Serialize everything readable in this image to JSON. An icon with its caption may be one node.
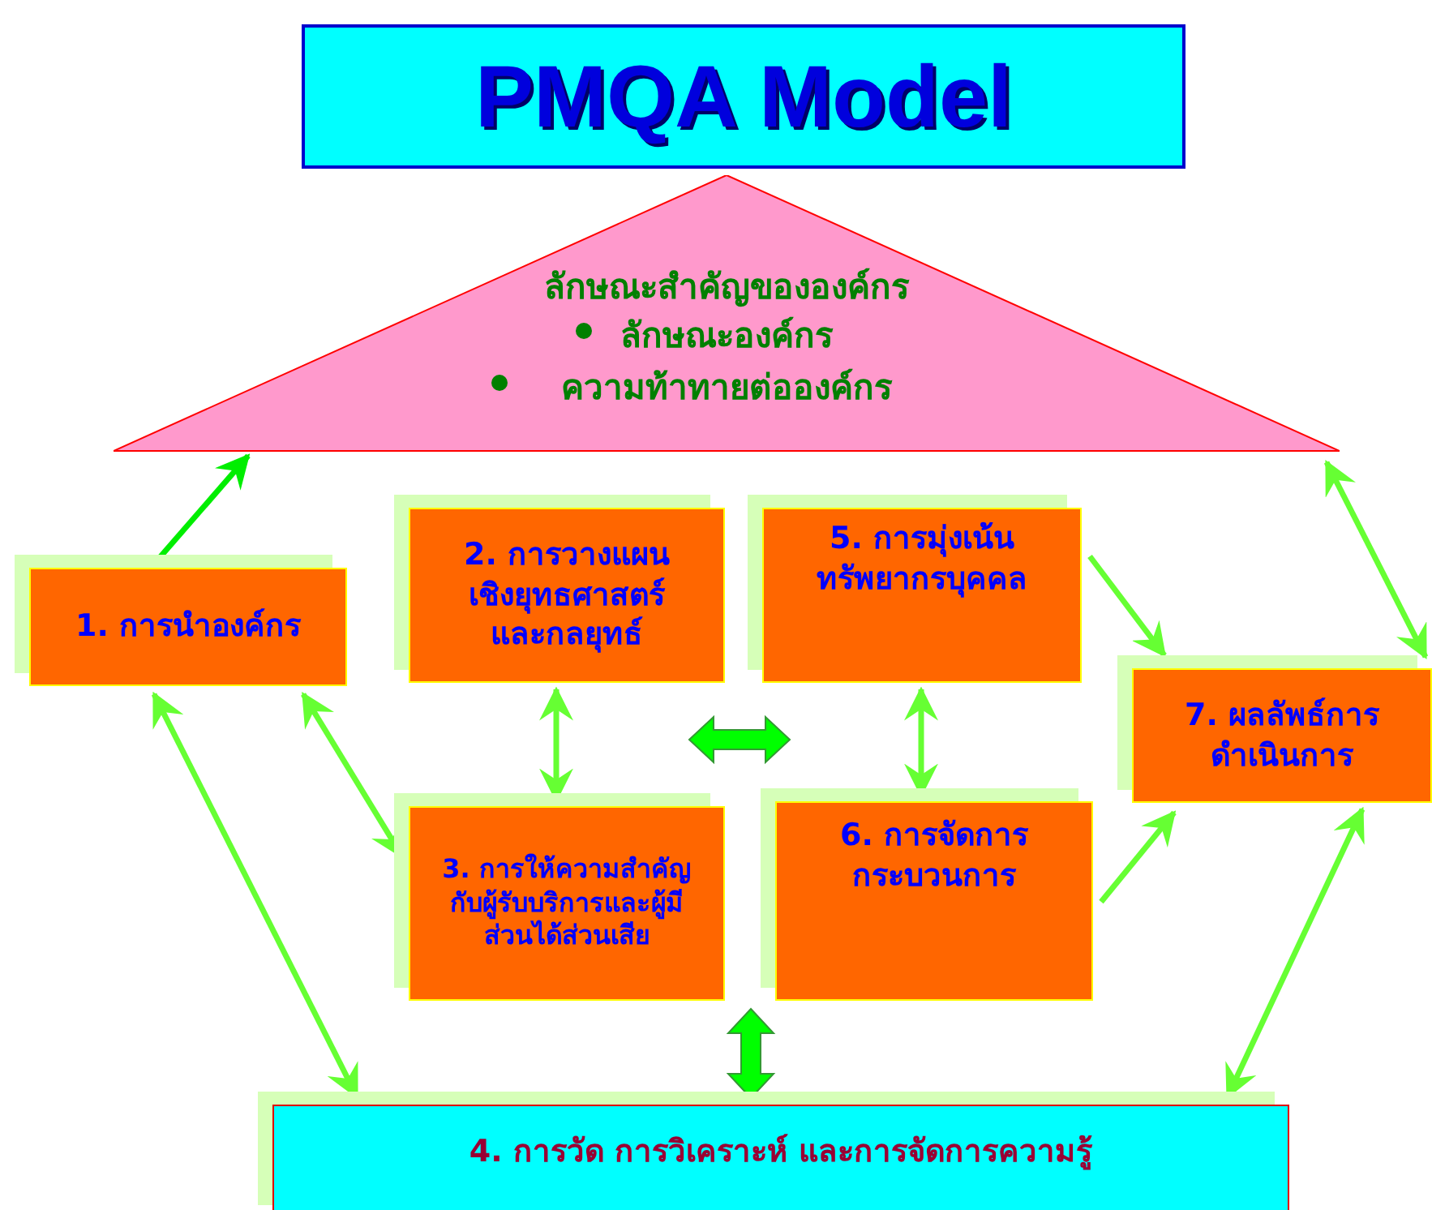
{
  "diagram": {
    "title": "PMQA Model",
    "nodes": [
      {
        "text": [
          "ลักษณะสำคัญขององค์กร",
          "ลักษณะองค์กร",
          "ความท้าทายต่อองค์กร"
        ]
      },
      {
        "text": [
          "1. การนำองค์กร"
        ]
      },
      {
        "text": [
          "2. การวางแผนเชิงยุทธศาสตร์และกลยุทธ์"
        ]
      },
      {
        "text": [
          "3. การให้ความสำคัญกับผู้รับบริการและผู้มีส่วนได้ส่วนเสีย"
        ]
      },
      {
        "text": [
          "5. การมุ่งเน้นทรัพยากรบุคคล"
        ]
      },
      {
        "text": [
          "6. การจัดการกระบวนการ"
        ]
      },
      {
        "text": [
          "7. ผลลัพธ์การดำเนินการ"
        ]
      },
      {
        "text": [
          "4. การวัด การวิเคราะห์ และการจัดการความรู้"
        ]
      }
    ],
    "edges": [
      {
        "from": 1,
        "to": 0,
        "arrow": "to",
        "color": "#00ee00"
      },
      {
        "from": 1,
        "to": 7,
        "arrow": "both"
      },
      {
        "from": 1,
        "to": 3,
        "arrow": "both"
      },
      {
        "from": 2,
        "to": 3,
        "arrow": "both"
      },
      {
        "from": 2,
        "to": 4,
        "arrow": "both",
        "style": "thick",
        "color": "#00ff00"
      },
      {
        "from": 4,
        "to": 5,
        "arrow": "both"
      },
      {
        "from": 4,
        "to": 6,
        "arrow": "to"
      },
      {
        "from": 5,
        "to": 6,
        "arrow": "to"
      },
      {
        "from": 6,
        "to": 0,
        "arrow": "both"
      },
      {
        "from": 6,
        "to": 7,
        "arrow": "both"
      },
      {
        "from": 3,
        "to": 7,
        "arrow": "both",
        "style": "thick",
        "color": "#00ff00"
      }
    ]
  }
}
